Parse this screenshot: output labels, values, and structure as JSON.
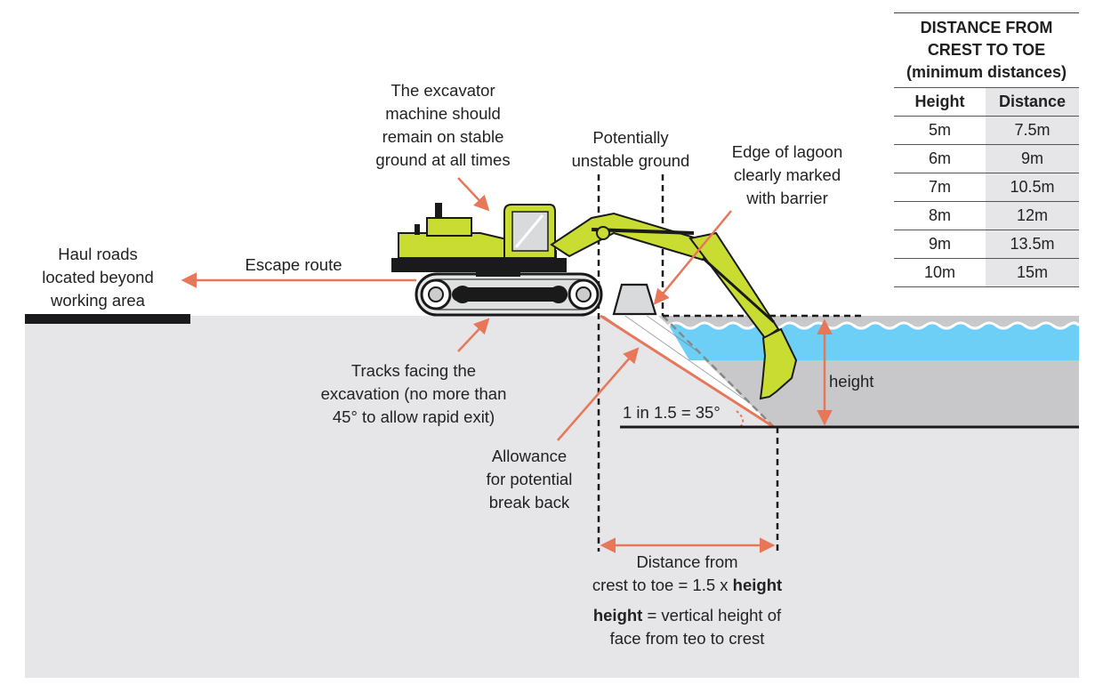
{
  "labels": {
    "haul_roads": "Haul roads\nlocated beyond\nworking area",
    "escape_route": "Escape route",
    "excavator_note": "The excavator\nmachine should\nremain on stable\nground at all times",
    "unstable_ground": "Potentially\nunstable ground",
    "edge_of_lagoon": "Edge of lagoon\nclearly marked\nwith barrier",
    "tracks_note": "Tracks facing the\nexcavation (no more than\n45° to allow rapid exit)",
    "allowance": "Allowance\nfor potential\nbreak back",
    "slope_ratio": "1 in 1.5 = 35°",
    "height": "height",
    "distance_line1": "Distance from",
    "distance_line2_prefix": "crest to toe = 1.5 x ",
    "distance_line2_bold": "height",
    "definition_bold": "height",
    "definition_rest": " = vertical height of",
    "definition_line2": "face from teo to crest"
  },
  "table": {
    "title": "DISTANCE FROM\nCREST TO TOE",
    "subtitle": "(minimum distances)",
    "headers": [
      "Height",
      "Distance"
    ],
    "rows": [
      [
        "5m",
        "7.5m"
      ],
      [
        "6m",
        "9m"
      ],
      [
        "7m",
        "10.5m"
      ],
      [
        "8m",
        "12m"
      ],
      [
        "9m",
        "13.5m"
      ],
      [
        "10m",
        "15m"
      ]
    ]
  },
  "colors": {
    "ground": "#e6e6e8",
    "water": "#6dcff6",
    "pit": "#c8c8ca",
    "excavator": "#c8dc32",
    "arrow": "#e8775a",
    "dark": "#1a1a1a"
  }
}
